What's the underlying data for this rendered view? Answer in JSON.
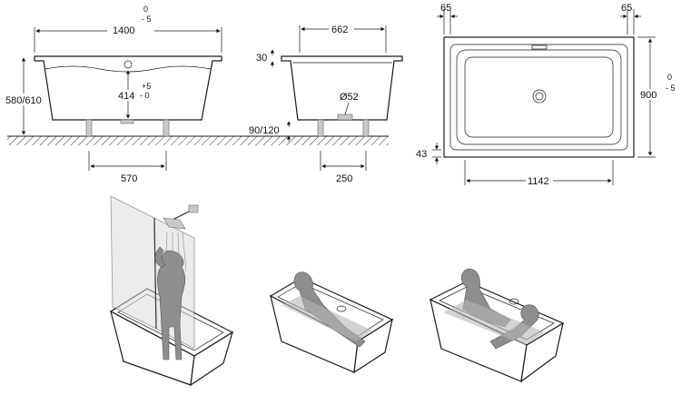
{
  "dimensions": {
    "front_width": "1400",
    "front_width_tol_top": "0",
    "front_width_tol_bottom": "- 5",
    "front_height": "580/610",
    "water_depth": "414",
    "water_depth_tol_top": "+5",
    "water_depth_tol_bottom": "- 0",
    "feet_spacing_front": "570",
    "side_width": "662",
    "rim_thickness": "30",
    "drain_diameter": "Ø52",
    "floor_clearance": "90/120",
    "feet_spacing_side": "250",
    "top_margin_left": "65",
    "top_margin_right": "65",
    "top_length": "900",
    "top_length_tol_top": "0",
    "top_length_tol_bottom": "- 5",
    "top_edge": "43",
    "top_inner_width": "1142"
  },
  "colors": {
    "line": "#1a1a1a",
    "figure": "#8e8e8e",
    "glass": "#dcdcdc"
  },
  "views": [
    "front-elevation",
    "side-elevation",
    "plan-view",
    "shower-use",
    "single-bather",
    "two-bathers"
  ]
}
